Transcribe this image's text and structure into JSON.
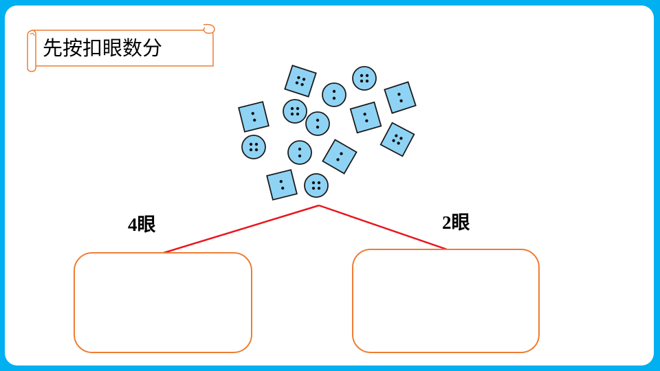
{
  "title": "先按扣眼数分",
  "categories": {
    "left": {
      "label": "4眼"
    },
    "right": {
      "label": "2眼"
    }
  },
  "colors": {
    "background": "#00b0f0",
    "button_fill": "#8fd3f4",
    "button_stroke": "#1b1b1b",
    "line": "#e8161f",
    "box_stroke": "#ed7d31",
    "scroll_stroke": "#ed7d31"
  },
  "buttons": [
    {
      "shape": "square",
      "holes": 4
    },
    {
      "shape": "circle",
      "holes": 4
    },
    {
      "shape": "circle",
      "holes": 2
    },
    {
      "shape": "square",
      "holes": 2
    },
    {
      "shape": "square",
      "holes": 2
    },
    {
      "shape": "circle",
      "holes": 4
    },
    {
      "shape": "circle",
      "holes": 2
    },
    {
      "shape": "square",
      "holes": 2
    },
    {
      "shape": "square",
      "holes": 4
    },
    {
      "shape": "circle",
      "holes": 4
    },
    {
      "shape": "circle",
      "holes": 2
    },
    {
      "shape": "square",
      "holes": 2
    },
    {
      "shape": "square",
      "holes": 2
    },
    {
      "shape": "circle",
      "holes": 4
    }
  ]
}
